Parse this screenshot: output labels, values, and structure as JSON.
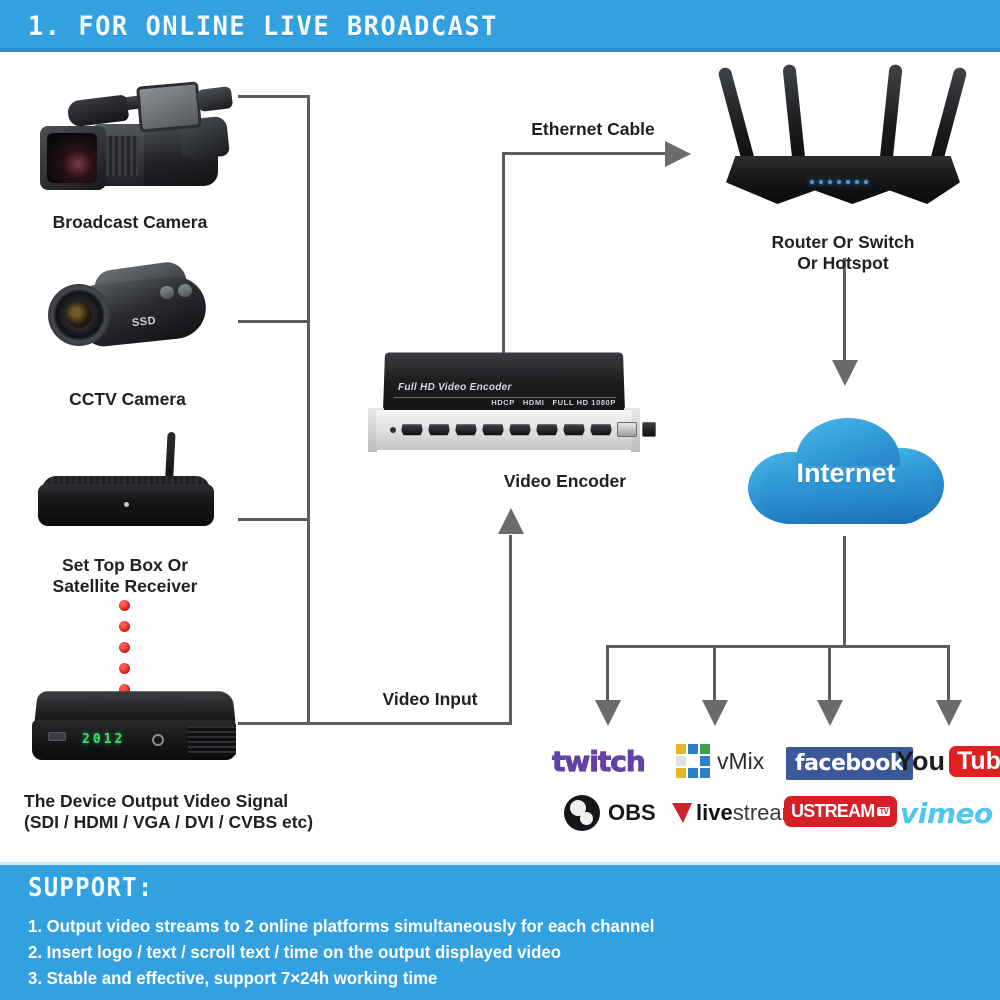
{
  "header": {
    "title": "1. FOR ONLINE LIVE BROADCAST",
    "bg_color": "#33a0e0"
  },
  "diagram": {
    "nodes": [
      {
        "id": "broadcast-camera",
        "label": "Broadcast Camera",
        "icon": "professional-video-camera-icon"
      },
      {
        "id": "cctv-camera",
        "label": "CCTV Camera",
        "icon": "handheld-camcorder-icon"
      },
      {
        "id": "set-top-box",
        "label": "Set Top Box Or\nSatellite Receiver",
        "label_line1": "Set Top Box Or",
        "label_line2": "Satellite Receiver",
        "icon": "set-top-box-icon"
      },
      {
        "id": "source-device",
        "label_line1": "The Device Output Video Signal",
        "label_line2": "(SDI / HDMI / VGA / DVI / CVBS etc)",
        "icon": "media-player-box-icon",
        "display_value": "2012"
      },
      {
        "id": "video-encoder",
        "label": "Video Encoder",
        "icon": "video-encoder-icon",
        "front_text": "Full HD Video Encoder",
        "badges": [
          "HDCP",
          "HDMI",
          "FULL HD 1080P"
        ]
      },
      {
        "id": "router",
        "label_line1": "Router Or Switch",
        "label_line2": "Or Hotspot",
        "icon": "wifi-router-icon"
      },
      {
        "id": "internet-cloud",
        "label": "Internet",
        "icon": "cloud-icon"
      }
    ],
    "connection_labels": [
      {
        "id": "ethernet-cable",
        "text": "Ethernet Cable"
      },
      {
        "id": "video-input",
        "text": "Video Input"
      }
    ],
    "continuation_indicator": {
      "id": "more-devices-dots",
      "dot_count": 5,
      "color": "#c8171a"
    },
    "wire_color": "#5d5d5d"
  },
  "platforms": {
    "row1": [
      {
        "id": "twitch",
        "name": "twitch",
        "color": "#6441a5"
      },
      {
        "id": "vmix",
        "name": "vMix",
        "color": "#2b2b2b"
      },
      {
        "id": "facebook",
        "name": "facebook",
        "color": "#3b5998"
      },
      {
        "id": "youtube",
        "name_part1": "You",
        "name_part2": "Tube",
        "color": "#e02020"
      }
    ],
    "row2": [
      {
        "id": "obs",
        "name": "OBS",
        "color": "#15161a"
      },
      {
        "id": "livestream",
        "name_part1": "live",
        "name_part2": "stream",
        "color": "#d0202a"
      },
      {
        "id": "ustream",
        "name": "USTREAM",
        "suffix": "TV",
        "color": "#d61f26"
      },
      {
        "id": "vimeo",
        "name": "vimeo",
        "color": "#4cc7ef"
      }
    ]
  },
  "support": {
    "title": "SUPPORT:",
    "items": [
      "1. Output video streams to 2 online platforms simultaneously for each channel",
      "2. Insert logo / text / scroll text / time on the output displayed video",
      "3. Stable and effective, support 7×24h working time"
    ]
  }
}
